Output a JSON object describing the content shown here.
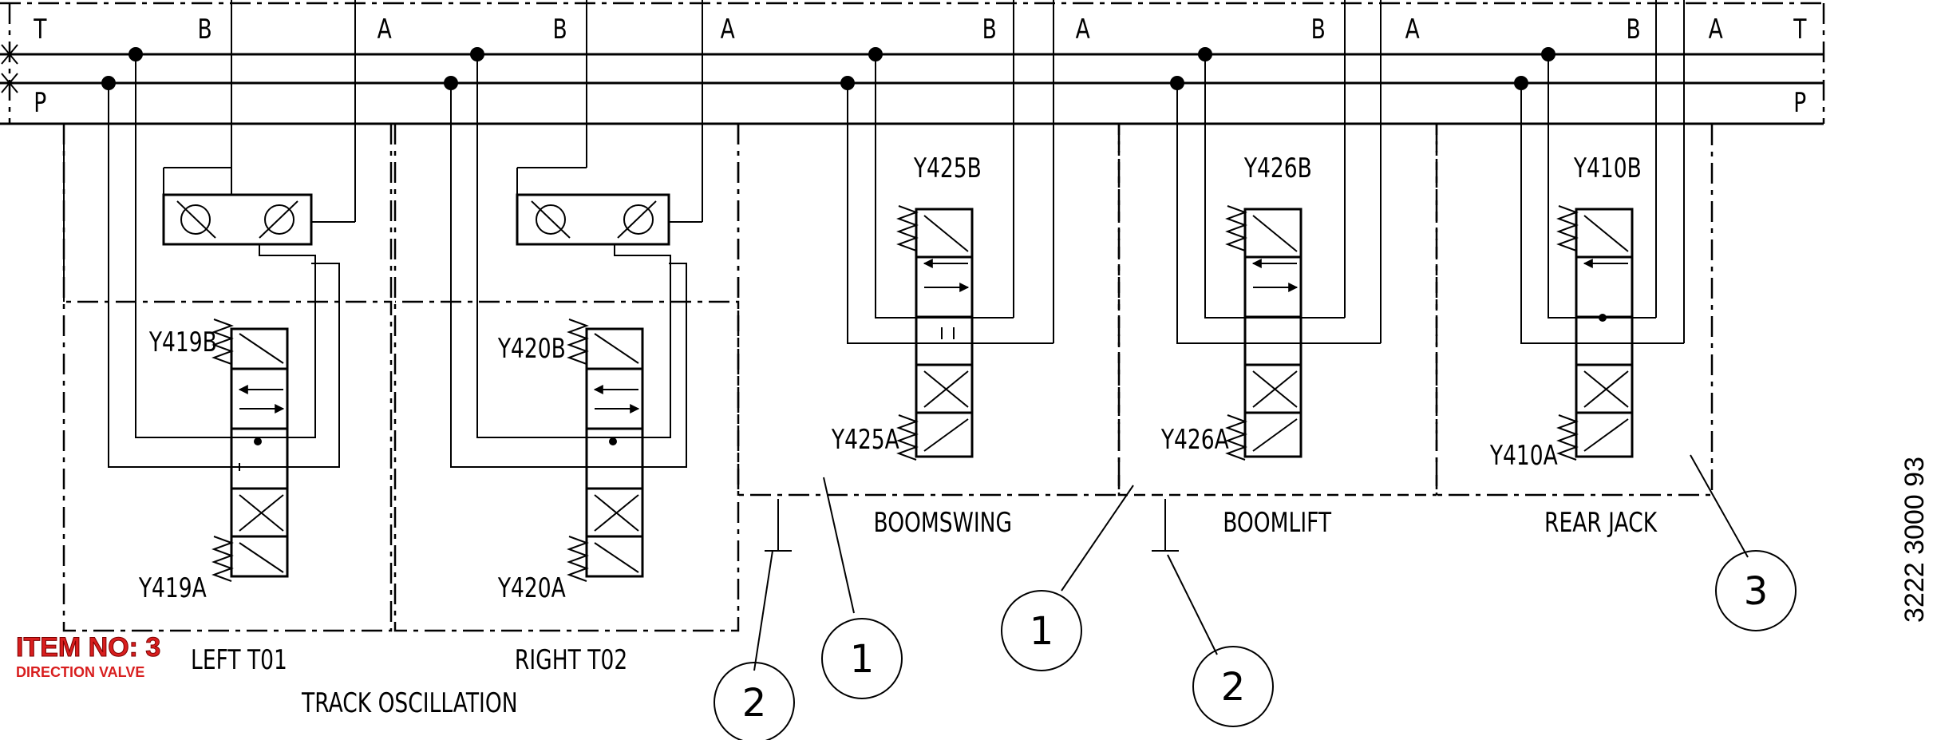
{
  "ports": {
    "t_left": "T",
    "p_left": "P",
    "t_right": "T",
    "p_right": "P"
  },
  "sections": [
    {
      "id": "left",
      "b": "B",
      "a": "A",
      "sol_b": "Y419B",
      "sol_a": "Y419A",
      "label": "LEFT T01"
    },
    {
      "id": "right",
      "b": "B",
      "a": "A",
      "sol_b": "Y420B",
      "sol_a": "Y420A",
      "label": "RIGHT T02"
    },
    {
      "id": "boomswing",
      "b": "B",
      "a": "A",
      "sol_b": "Y425B",
      "sol_a": "Y425A",
      "label": "BOOMSWING"
    },
    {
      "id": "boomlift",
      "b": "B",
      "a": "A",
      "sol_b": "Y426B",
      "sol_a": "Y426A",
      "label": "BOOMLIFT"
    },
    {
      "id": "rearjack",
      "b": "B",
      "a": "A",
      "sol_b": "Y410B",
      "sol_a": "Y410A",
      "label": "REAR JACK"
    }
  ],
  "group_label": "TRACK OSCILLATION",
  "callouts": [
    "2",
    "1",
    "1",
    "2",
    "3"
  ],
  "item": {
    "title": "ITEM NO: 3",
    "subtitle": "DIRECTION VALVE",
    "color": "#d81e1e"
  },
  "doc_number": "3222 3000 93"
}
